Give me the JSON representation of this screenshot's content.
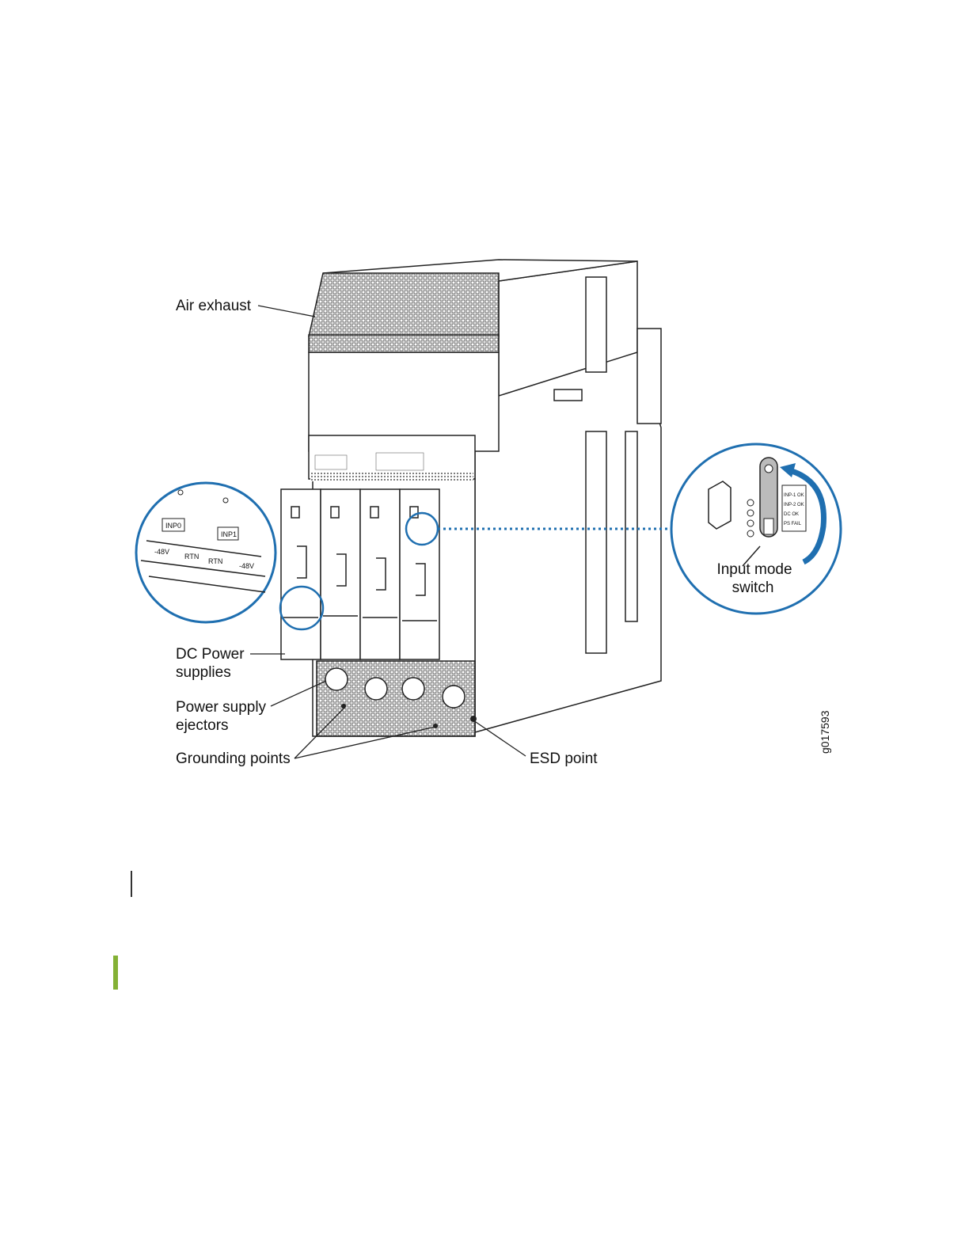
{
  "figure": {
    "labels": {
      "air_exhaust": "Air exhaust",
      "dc_power_line1": "DC Power",
      "dc_power_line2": "supplies",
      "ejectors_line1": "Power supply",
      "ejectors_line2": "ejectors",
      "grounding": "Grounding points",
      "esd": "ESD point",
      "input_mode_line1": "Input mode",
      "input_mode_line2": "switch",
      "figure_id": "g017593"
    },
    "callout_left": {
      "inp0": "INP0",
      "inp1": "INP1",
      "terminals": [
        "-48V",
        "RTN",
        "RTN",
        "-48V"
      ]
    },
    "callout_right": {
      "leds": [
        "INP-1 OK",
        "INP-2 OK",
        "DC OK",
        "PS FAIL"
      ]
    }
  },
  "colors": {
    "callout_blue": "#1f6fb0",
    "note_green": "#84b135",
    "line": "#222222"
  }
}
